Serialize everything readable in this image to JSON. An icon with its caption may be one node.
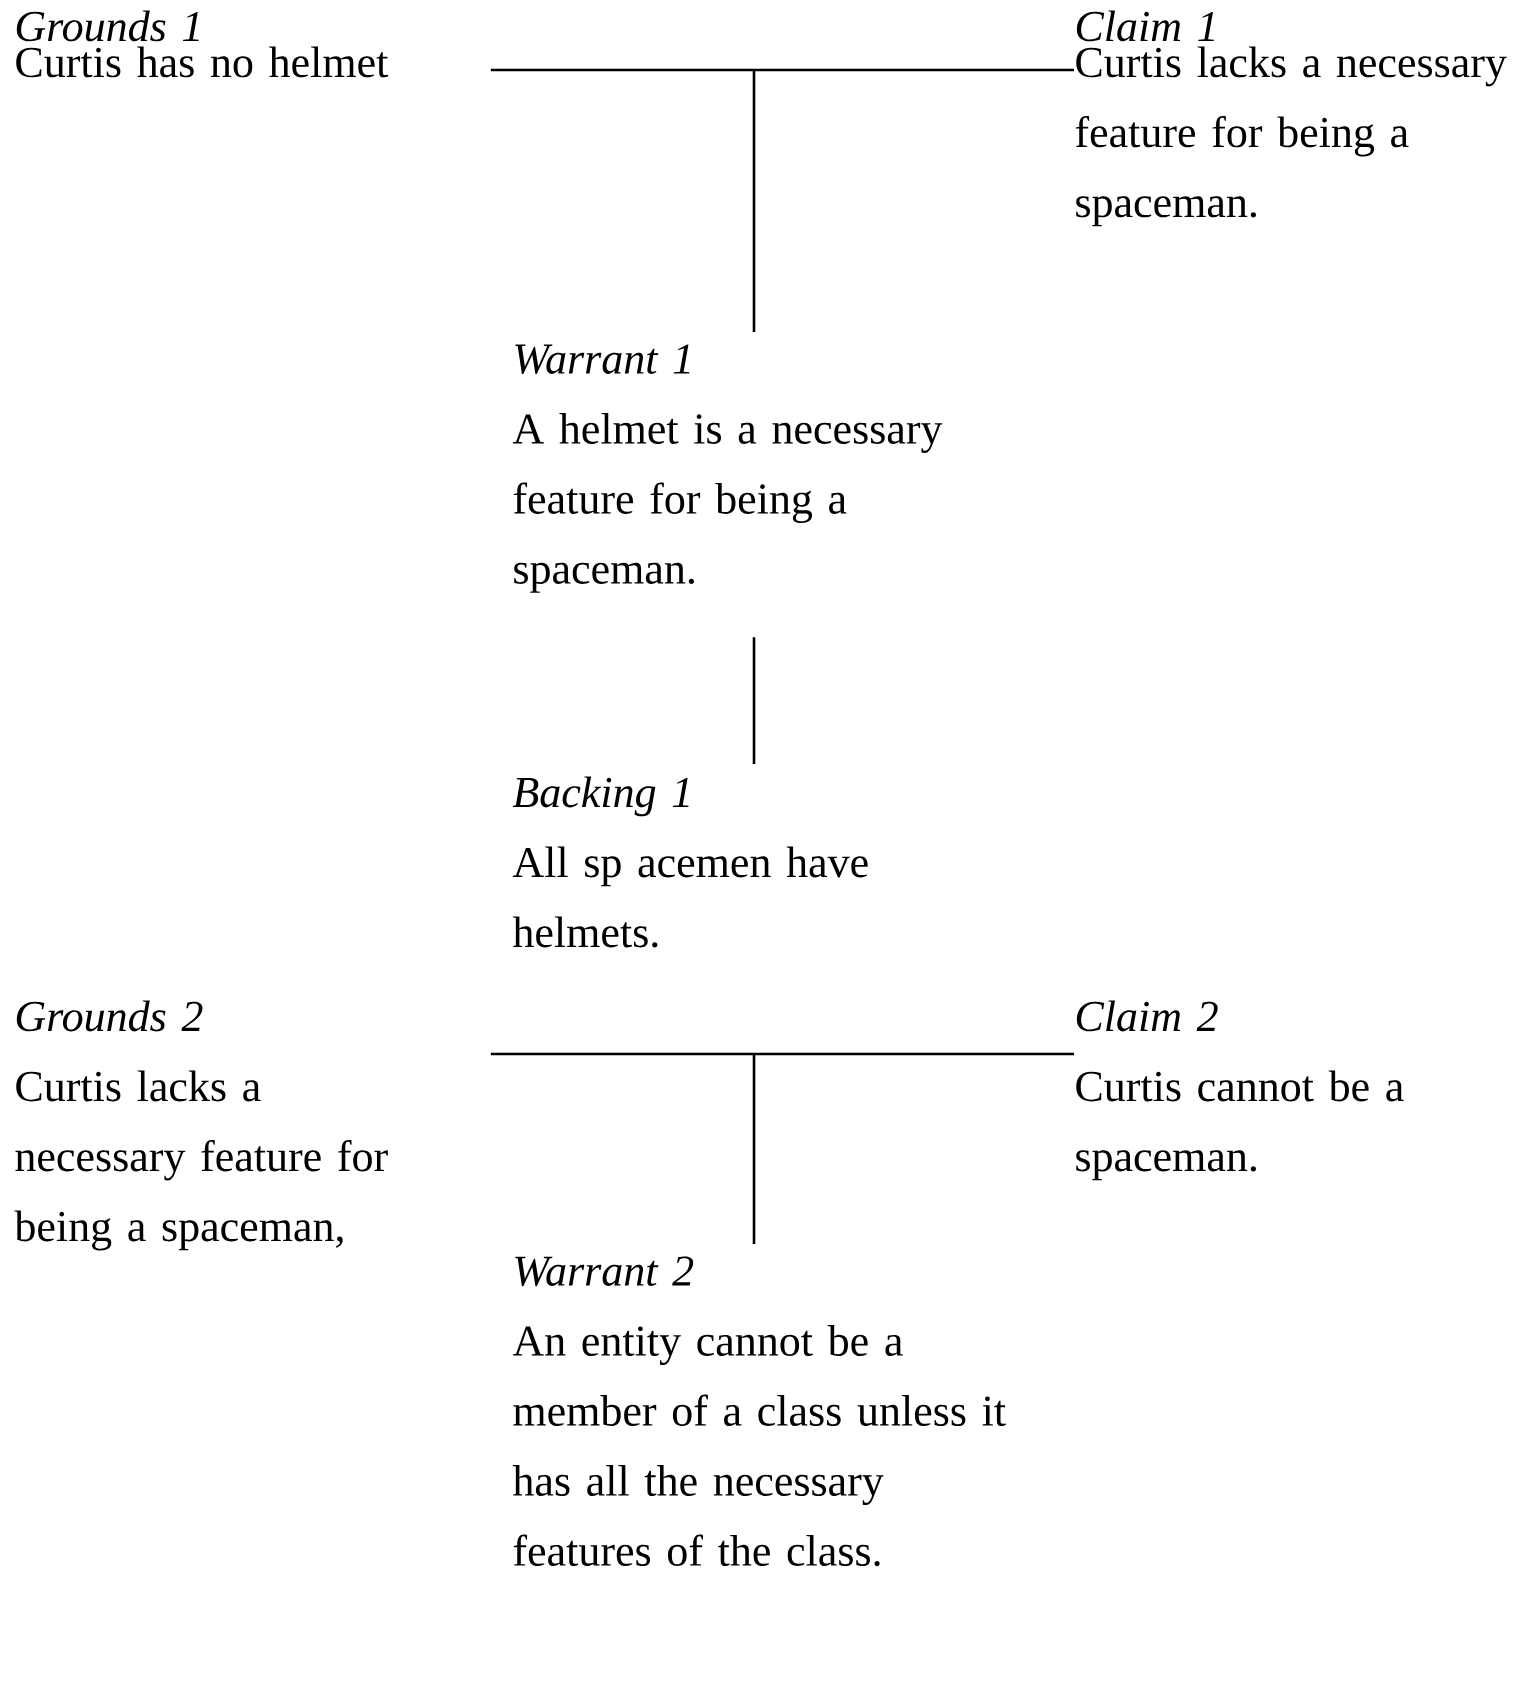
{
  "diagram": {
    "nodes": [
      {
        "text": [
          "Grounds 1",
          "Curtis has no helmet"
        ]
      },
      {
        "text": [
          "Claim 1",
          "Curtis lacks a necessary feature for being a spaceman."
        ]
      },
      {
        "text": [
          "Warrant 1",
          "A helmet is a necessary feature for being a spaceman."
        ]
      },
      {
        "text": [
          "Backing 1",
          "All sp acemen have helmets."
        ]
      },
      {
        "text": [
          "Grounds 2",
          "Curtis lacks a necessary feature for being a spaceman,"
        ]
      },
      {
        "text": [
          "Claim 2",
          "Curtis cannot be a spaceman."
        ]
      },
      {
        "text": [
          "Warrant 2",
          "An entity cannot be a member of a class unless it has all the necessary features of the class."
        ]
      }
    ],
    "edges": [
      {
        "from": 0,
        "to": 1,
        "arrow": "none"
      },
      {
        "from": 2,
        "to": null,
        "arrow": "none"
      },
      {
        "from": 3,
        "to": 2,
        "arrow": "none"
      },
      {
        "from": 4,
        "to": 5,
        "arrow": "none"
      },
      {
        "from": 6,
        "to": null,
        "arrow": "none"
      }
    ]
  }
}
